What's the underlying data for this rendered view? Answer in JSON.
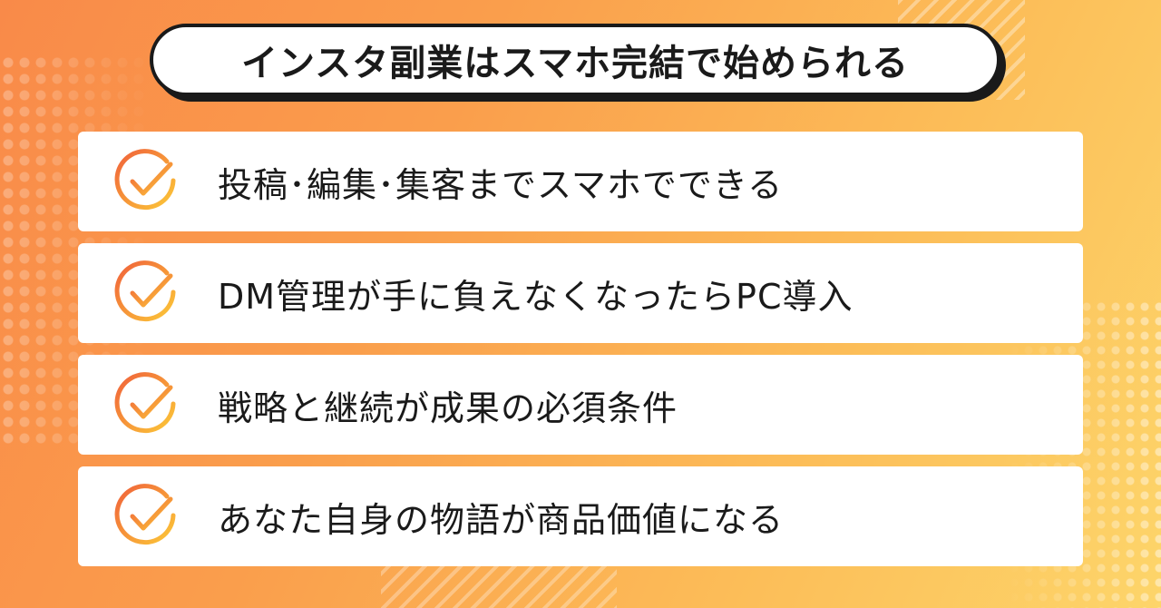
{
  "title": "インスタ副業はスマホ完結で始められる",
  "items": [
    {
      "text": "投稿･編集･集客までスマホでできる",
      "icon": "check-circle-icon"
    },
    {
      "text": "DM管理が手に負えなくなったらPC導入",
      "icon": "check-circle-icon"
    },
    {
      "text": "戦略と継続が成果の必須条件",
      "icon": "check-circle-icon"
    },
    {
      "text": "あなた自身の物語が商品価値になる",
      "icon": "check-circle-icon"
    }
  ],
  "colors": {
    "background_start": "#f98a49",
    "background_end": "#fdd56a",
    "icon_gradient_start": "#f0613a",
    "icon_gradient_end": "#fcc838",
    "text": "#1a1a1a",
    "card": "#ffffff"
  }
}
